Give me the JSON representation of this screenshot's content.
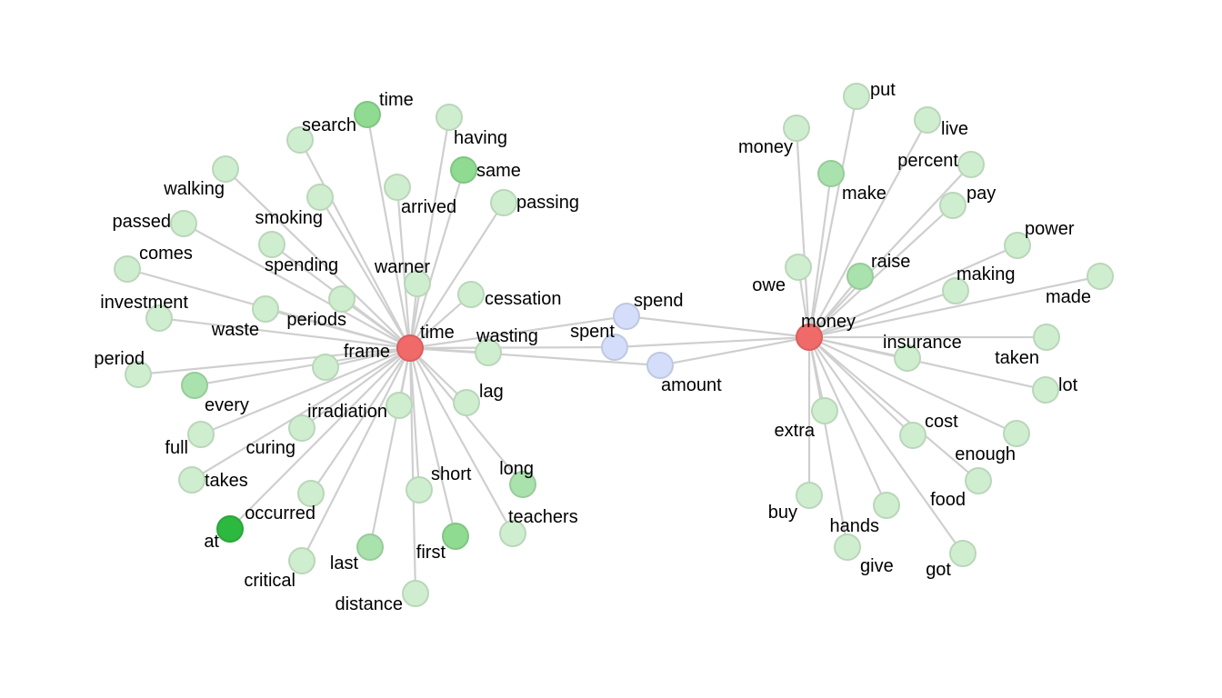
{
  "colors": {
    "edge": "#cfcfcf",
    "hub": "#f06a6a",
    "bridge": "#d4defa",
    "leaf_light": "#cfeecf",
    "leaf_mid": "#a9e2ac",
    "leaf_strong": "#8edb91",
    "leaf_max": "#2db83f"
  },
  "hubs": [
    {
      "id": "time",
      "label": "time"
    },
    {
      "id": "money",
      "label": "money"
    }
  ],
  "bridges": [
    {
      "id": "spend",
      "label": "spend"
    },
    {
      "id": "spent",
      "label": "spent"
    },
    {
      "id": "amount",
      "label": "amount"
    }
  ],
  "time_words": [
    {
      "label": "time",
      "shade": "strong"
    },
    {
      "label": "search",
      "shade": "light"
    },
    {
      "label": "having",
      "shade": "light"
    },
    {
      "label": "same",
      "shade": "strong"
    },
    {
      "label": "arrived",
      "shade": "light"
    },
    {
      "label": "passing",
      "shade": "light"
    },
    {
      "label": "walking",
      "shade": "light"
    },
    {
      "label": "smoking",
      "shade": "light"
    },
    {
      "label": "passed",
      "shade": "light"
    },
    {
      "label": "comes",
      "shade": "light"
    },
    {
      "label": "spending",
      "shade": "light"
    },
    {
      "label": "warner",
      "shade": "light"
    },
    {
      "label": "investment",
      "shade": "light"
    },
    {
      "label": "cessation",
      "shade": "light"
    },
    {
      "label": "waste",
      "shade": "light"
    },
    {
      "label": "periods",
      "shade": "light"
    },
    {
      "label": "wasting",
      "shade": "light"
    },
    {
      "label": "period",
      "shade": "light"
    },
    {
      "label": "frame",
      "shade": "light"
    },
    {
      "label": "every",
      "shade": "mid"
    },
    {
      "label": "irradiation",
      "shade": "light"
    },
    {
      "label": "lag",
      "shade": "light"
    },
    {
      "label": "full",
      "shade": "light"
    },
    {
      "label": "curing",
      "shade": "light"
    },
    {
      "label": "takes",
      "shade": "light"
    },
    {
      "label": "long",
      "shade": "mid"
    },
    {
      "label": "short",
      "shade": "light"
    },
    {
      "label": "occurred",
      "shade": "light"
    },
    {
      "label": "at",
      "shade": "max"
    },
    {
      "label": "teachers",
      "shade": "light"
    },
    {
      "label": "first",
      "shade": "strong"
    },
    {
      "label": "last",
      "shade": "mid"
    },
    {
      "label": "critical",
      "shade": "light"
    },
    {
      "label": "distance",
      "shade": "light"
    }
  ],
  "money_words": [
    {
      "label": "put",
      "shade": "light"
    },
    {
      "label": "money",
      "shade": "light"
    },
    {
      "label": "live",
      "shade": "light"
    },
    {
      "label": "make",
      "shade": "mid"
    },
    {
      "label": "percent",
      "shade": "light"
    },
    {
      "label": "pay",
      "shade": "light"
    },
    {
      "label": "power",
      "shade": "light"
    },
    {
      "label": "owe",
      "shade": "light"
    },
    {
      "label": "raise",
      "shade": "mid"
    },
    {
      "label": "making",
      "shade": "light"
    },
    {
      "label": "made",
      "shade": "light"
    },
    {
      "label": "insurance",
      "shade": "light"
    },
    {
      "label": "taken",
      "shade": "light"
    },
    {
      "label": "lot",
      "shade": "light"
    },
    {
      "label": "extra",
      "shade": "light"
    },
    {
      "label": "cost",
      "shade": "light"
    },
    {
      "label": "enough",
      "shade": "light"
    },
    {
      "label": "food",
      "shade": "light"
    },
    {
      "label": "buy",
      "shade": "light"
    },
    {
      "label": "hands",
      "shade": "light"
    },
    {
      "label": "give",
      "shade": "light"
    },
    {
      "label": "got",
      "shade": "light"
    }
  ]
}
